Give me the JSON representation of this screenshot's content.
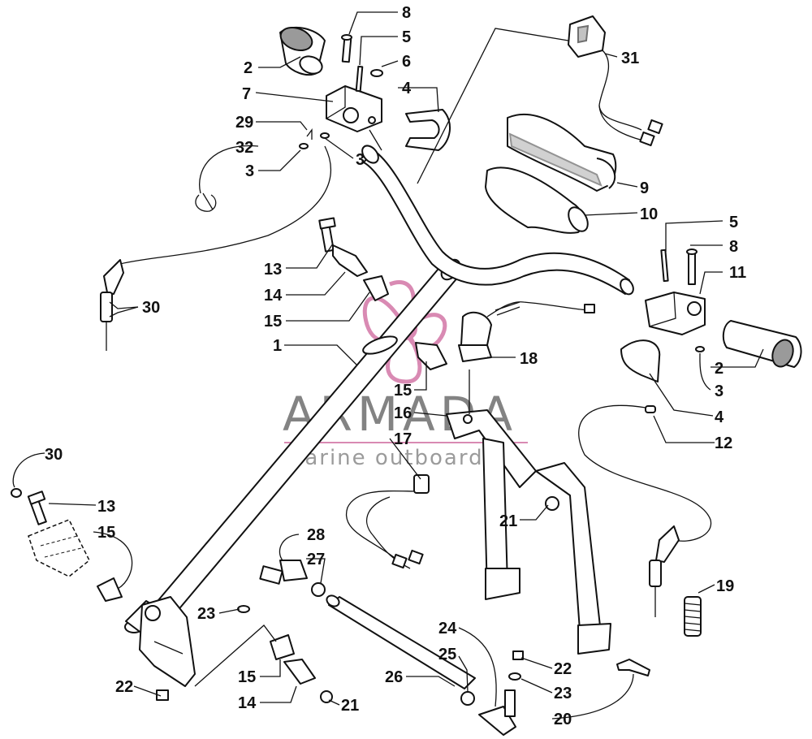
{
  "watermark": {
    "brand": "ARMADA",
    "tagline": "marine outboards",
    "brand_color": "#6e6e6e",
    "logo_color": "#d98ab3"
  },
  "callouts": {
    "c1": "1",
    "c2a": "2",
    "c2b": "2",
    "c3a": "3",
    "c3b": "3",
    "c3c": "3",
    "c4a": "4",
    "c4b": "4",
    "c5a": "5",
    "c5b": "5",
    "c6": "6",
    "c7": "7",
    "c8a": "8",
    "c8b": "8",
    "c9": "9",
    "c10": "10",
    "c11": "11",
    "c12": "12",
    "c13a": "13",
    "c13b": "13",
    "c14a": "14",
    "c14b": "14",
    "c15a": "15",
    "c15b": "15",
    "c15c": "15",
    "c15d": "15",
    "c16": "16",
    "c17": "17",
    "c18": "18",
    "c19": "19",
    "c20": "20",
    "c21a": "21",
    "c21b": "21",
    "c22a": "22",
    "c22b": "22",
    "c23a": "23",
    "c23b": "23",
    "c24": "24",
    "c25": "25",
    "c26": "26",
    "c27": "27",
    "c28": "28",
    "c29": "29",
    "c30a": "30",
    "c30b": "30",
    "c31": "31",
    "c32": "32"
  }
}
